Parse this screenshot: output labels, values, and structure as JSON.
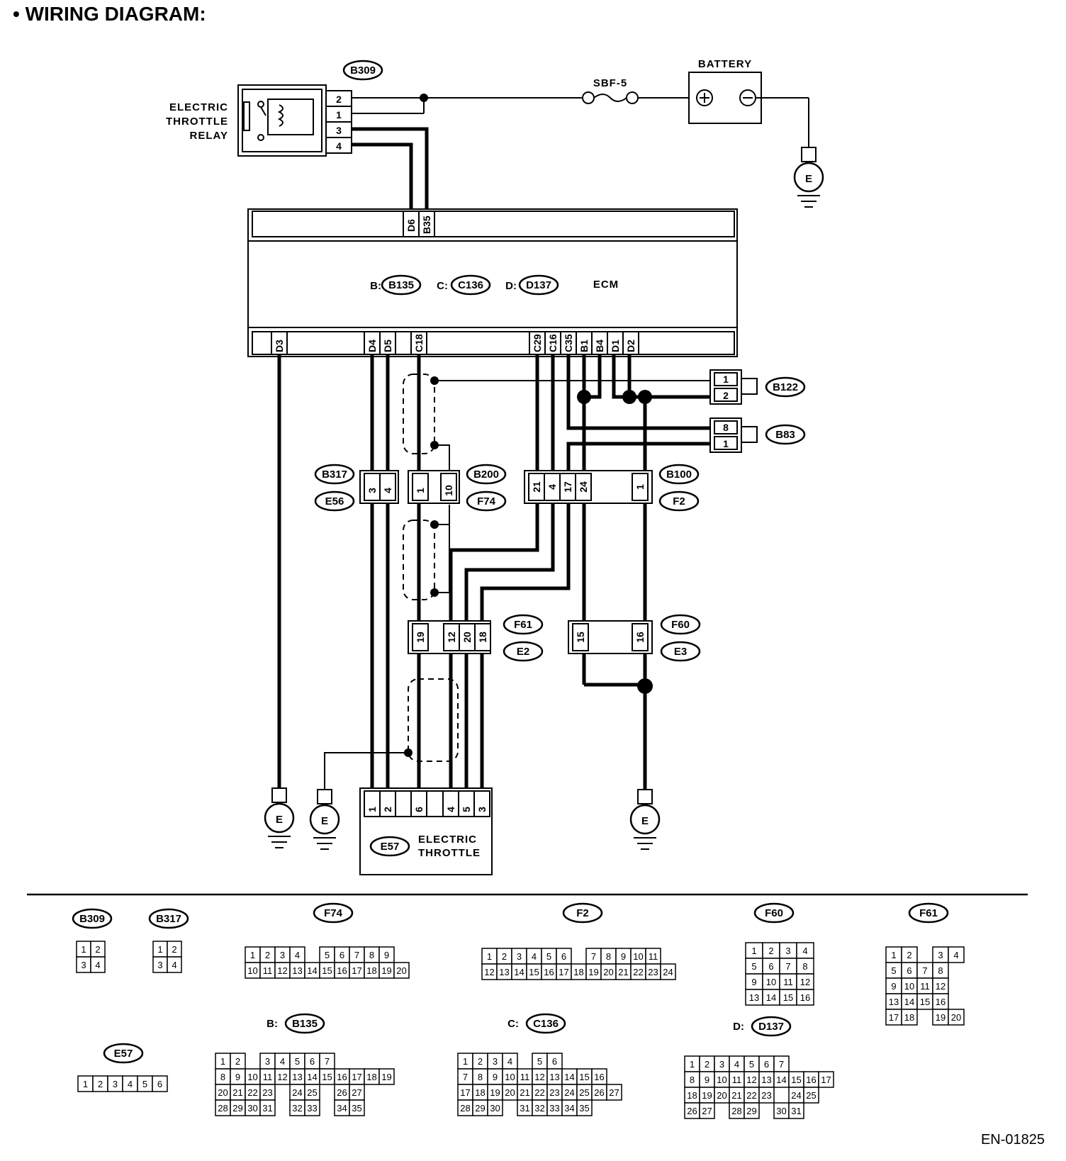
{
  "page": {
    "title": "• WIRING DIAGRAM:",
    "figure_code": "EN-01825"
  },
  "components": {
    "relay": {
      "label_lines": [
        "ELECTRIC",
        "THROTTLE",
        "RELAY"
      ],
      "connector": "B309",
      "pins": [
        "2",
        "1",
        "3",
        "4"
      ]
    },
    "fuse": {
      "label": "SBF-5"
    },
    "battery": {
      "label": "BATTERY"
    },
    "ground": {
      "label": "E"
    },
    "ecm": {
      "label": "ECM",
      "connectors": [
        {
          "prefix": "B:",
          "id": "B135"
        },
        {
          "prefix": "C:",
          "id": "C136"
        },
        {
          "prefix": "D:",
          "id": "D137"
        }
      ],
      "top_pins": [
        "D6",
        "B35"
      ],
      "bottom_pins": [
        "D3",
        "D4",
        "D5",
        "C18",
        "C29",
        "C16",
        "C35",
        "B1",
        "B4",
        "D1",
        "D2"
      ]
    },
    "b122": {
      "id": "B122",
      "pins": [
        "1",
        "2"
      ]
    },
    "b83": {
      "id": "B83",
      "pins": [
        "8",
        "1"
      ]
    },
    "b317": {
      "ids": [
        "B317",
        "E56"
      ],
      "pins": [
        "3",
        "4"
      ]
    },
    "b200": {
      "ids": [
        "B200",
        "F74"
      ],
      "pins": [
        "1",
        "10"
      ]
    },
    "b100": {
      "ids": [
        "B100",
        "F2"
      ],
      "pins": [
        "21",
        "4",
        "17",
        "24",
        "1"
      ]
    },
    "f61": {
      "ids": [
        "F61",
        "E2"
      ],
      "pins": [
        "19",
        "12",
        "20",
        "18"
      ]
    },
    "f60": {
      "ids": [
        "F60",
        "E3"
      ],
      "pins": [
        "15",
        "16"
      ]
    },
    "throttle": {
      "id": "E57",
      "label_lines": [
        "ELECTRIC",
        "THROTTLE"
      ],
      "pins": [
        "1",
        "2",
        "6",
        "4",
        "5",
        "3"
      ]
    }
  },
  "connector_views": [
    {
      "id": "B309",
      "rows": [
        [
          "1",
          "2"
        ],
        [
          "3",
          "4"
        ]
      ]
    },
    {
      "id": "B317",
      "rows": [
        [
          "1",
          "2"
        ],
        [
          "3",
          "4"
        ]
      ]
    },
    {
      "id": "F74",
      "rows": [
        [
          "1",
          "2",
          "3",
          "4",
          "",
          "5",
          "6",
          "7",
          "8",
          "9"
        ],
        [
          "10",
          "11",
          "12",
          "13",
          "14",
          "15",
          "16",
          "17",
          "18",
          "19",
          "20"
        ]
      ]
    },
    {
      "id": "F2",
      "rows": [
        [
          "1",
          "2",
          "3",
          "4",
          "5",
          "6",
          "",
          "7",
          "8",
          "9",
          "10",
          "11"
        ],
        [
          "12",
          "13",
          "14",
          "15",
          "16",
          "17",
          "18",
          "19",
          "20",
          "21",
          "22",
          "23",
          "24"
        ]
      ]
    },
    {
      "id": "F60",
      "rows": [
        [
          "1",
          "2",
          "3",
          "4"
        ],
        [
          "5",
          "6",
          "7",
          "8"
        ],
        [
          "9",
          "10",
          "11",
          "12"
        ],
        [
          "13",
          "14",
          "15",
          "16"
        ]
      ]
    },
    {
      "id": "F61",
      "rows": [
        [
          "1",
          "2",
          "",
          "3",
          "4"
        ],
        [
          "5",
          "6",
          "7",
          "8"
        ],
        [
          "9",
          "10",
          "11",
          "12"
        ],
        [
          "13",
          "14",
          "15",
          "16"
        ],
        [
          "17",
          "18",
          "",
          "19",
          "20"
        ]
      ]
    },
    {
      "id": "E57",
      "rows": [
        [
          "1",
          "2",
          "3",
          "4",
          "5",
          "6"
        ]
      ]
    },
    {
      "prefix": "B:",
      "id": "B135",
      "rows": [
        [
          "1",
          "2",
          "",
          "3",
          "4",
          "5",
          "6",
          "7"
        ],
        [
          "8",
          "9",
          "10",
          "11",
          "12",
          "13",
          "14",
          "15",
          "16",
          "17",
          "18",
          "19"
        ],
        [
          "20",
          "21",
          "22",
          "23",
          "",
          "24",
          "25",
          "",
          "26",
          "27"
        ],
        [
          "28",
          "29",
          "30",
          "31",
          "",
          "32",
          "33",
          "",
          "34",
          "35"
        ]
      ]
    },
    {
      "prefix": "C:",
      "id": "C136",
      "rows": [
        [
          "1",
          "2",
          "3",
          "4",
          "",
          "5",
          "6"
        ],
        [
          "7",
          "8",
          "9",
          "10",
          "11",
          "12",
          "13",
          "14",
          "15",
          "16"
        ],
        [
          "17",
          "18",
          "19",
          "20",
          "21",
          "22",
          "23",
          "24",
          "25",
          "26",
          "27"
        ],
        [
          "28",
          "29",
          "30",
          "",
          "31",
          "32",
          "33",
          "34",
          "35"
        ]
      ]
    },
    {
      "prefix": "D:",
      "id": "D137",
      "rows": [
        [
          "1",
          "2",
          "3",
          "4",
          "5",
          "6",
          "7"
        ],
        [
          "8",
          "9",
          "10",
          "11",
          "12",
          "13",
          "14",
          "15",
          "16",
          "17"
        ],
        [
          "18",
          "19",
          "20",
          "21",
          "22",
          "23",
          "",
          "24",
          "25"
        ],
        [
          "26",
          "27",
          "",
          "28",
          "29",
          "",
          "30",
          "31"
        ]
      ]
    }
  ]
}
